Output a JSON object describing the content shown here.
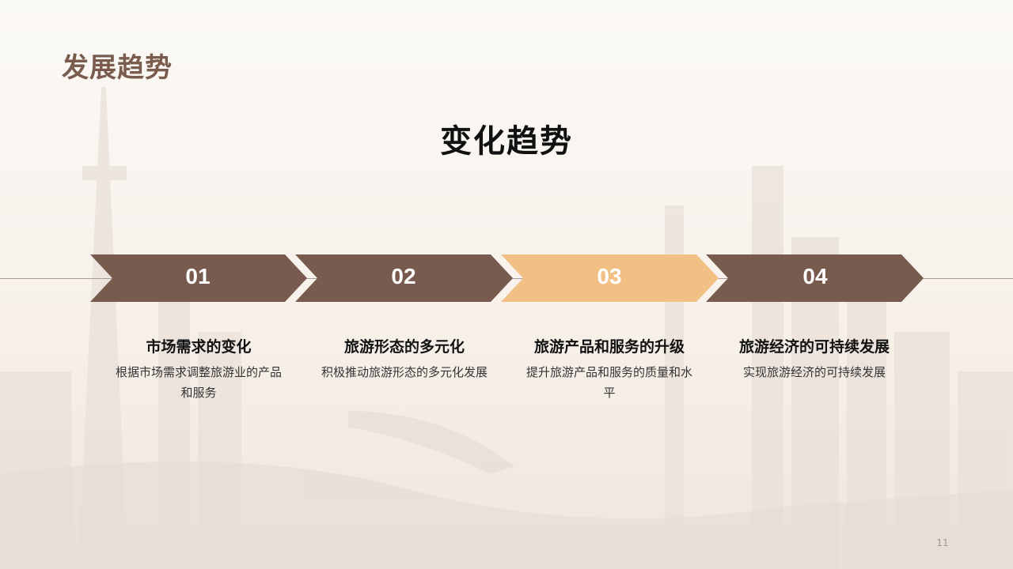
{
  "slide": {
    "header_title": "发展趋势",
    "main_title": "变化趋势",
    "page_number": "11"
  },
  "colors": {
    "brown": "#785b4e",
    "highlight": "#f2c084",
    "title_brown": "#7a5c4f"
  },
  "steps": [
    {
      "number": "01",
      "title": "市场需求的变化",
      "desc": "根据市场需求调整旅游业的产品和服务"
    },
    {
      "number": "02",
      "title": "旅游形态的多元化",
      "desc": "积极推动旅游形态的多元化发展"
    },
    {
      "number": "03",
      "title": "旅游产品和服务的升级",
      "desc": "提升旅游产品和服务的质量和水平"
    },
    {
      "number": "04",
      "title": "旅游经济的可持续发展",
      "desc": "实现旅游经济的可持续发展"
    }
  ]
}
